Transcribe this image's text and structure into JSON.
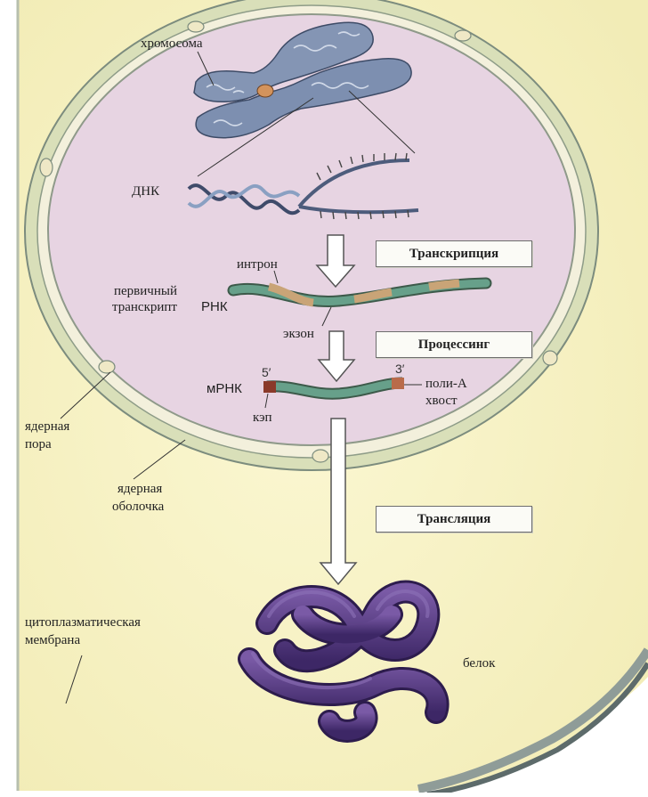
{
  "labels": {
    "chromosome": "хромосома",
    "dna": "ДНК",
    "intron": "интрон",
    "primary_transcript_line1": "первичный",
    "primary_transcript_line2": "транскрипт",
    "rna": "РНК",
    "exon": "экзон",
    "five_prime": "5′",
    "three_prime": "3′",
    "mrna": "мРНК",
    "cap": "кэп",
    "poly_a_line1": "поли-А",
    "poly_a_line2": "хвост",
    "nuclear_pore_line1": "ядерная",
    "nuclear_pore_line2": "пора",
    "nuclear_envelope_line1": "ядерная",
    "nuclear_envelope_line2": "оболочка",
    "cytoplasmic_membrane_line1": "цитоплазматическая",
    "cytoplasmic_membrane_line2": "мембрана",
    "protein": "белок"
  },
  "steps": {
    "transcription": "Транскрипция",
    "processing": "Процессинг",
    "translation": "Трансляция"
  },
  "colors": {
    "cytoplasm": "#f7f2c4",
    "nucleus": "#e6d3e1",
    "envelope": "#dde3bd",
    "membrane": "#9aa8a4",
    "chromosome": "#7f93b3",
    "rna_strand": "#5f9a86",
    "intron": "#c9a477",
    "cap": "#8a3a2a",
    "protein": "#5a3a86"
  }
}
